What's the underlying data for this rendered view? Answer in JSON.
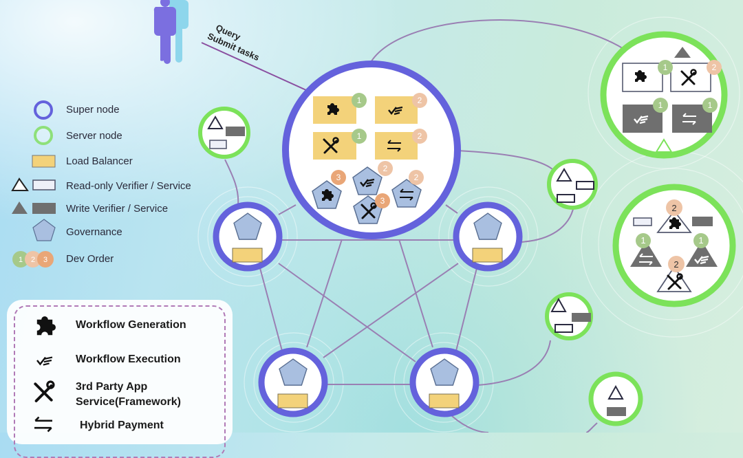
{
  "colors": {
    "super_node": "#6462dc",
    "server_node": "#7ce25a",
    "load_balancer": "#f3d27a",
    "governance": "#a9bfe0",
    "write_service": "#6f6f6f",
    "edge": "#9a7fb3",
    "dev_order_1": "#a6c98a",
    "dev_order_2": "#eec4a6",
    "dev_order_3": "#e9a677"
  },
  "user": {
    "icon": "users-icon",
    "action_line1": "Query",
    "action_line2": "Submit tasks"
  },
  "legend": {
    "items": [
      {
        "icon": "super-node-icon",
        "label": "Super node"
      },
      {
        "icon": "server-node-icon",
        "label": "Server node"
      },
      {
        "icon": "load-balancer-icon",
        "label": "Load Balancer"
      },
      {
        "icon": "read-only-verifier-icon",
        "label": "Read-only Verifier / Service"
      },
      {
        "icon": "write-verifier-icon",
        "label": "Write Verifier / Service"
      },
      {
        "icon": "governance-icon",
        "label": "Governance"
      },
      {
        "icon": "dev-order-icon",
        "label": "Dev Order",
        "badges": [
          "1",
          "2",
          "3"
        ]
      }
    ]
  },
  "functions": {
    "items": [
      {
        "icon": "puzzle-icon",
        "label": "Workflow Generation"
      },
      {
        "icon": "checklist-icon",
        "label": "Workflow Execution"
      },
      {
        "icon": "tools-icon",
        "label_line1": "3rd Party App",
        "label_line2": "Service(Framework)"
      },
      {
        "icon": "exchange-arrows-icon",
        "label": "Hybrid Payment"
      }
    ]
  },
  "central_super_node": {
    "load_balancers": [
      {
        "function": "Workflow Generation",
        "order": "1"
      },
      {
        "function": "Workflow Execution",
        "order": "2"
      },
      {
        "function": "3rd Party App Service",
        "order": "1"
      },
      {
        "function": "Hybrid Payment",
        "order": "2"
      }
    ],
    "governance": [
      {
        "function": "Workflow Generation",
        "order": "3"
      },
      {
        "function": "Workflow Execution",
        "order": "2"
      },
      {
        "function": "Hybrid Payment",
        "order": "2"
      },
      {
        "function": "3rd Party App Service",
        "order": "3"
      }
    ]
  },
  "server_node_top_right": {
    "services": [
      {
        "function": "Workflow Generation",
        "type": "read-only",
        "order": "1"
      },
      {
        "function": "3rd Party App Service",
        "type": "read-only",
        "order": "2"
      },
      {
        "function": "Workflow Execution",
        "type": "write",
        "order": "1"
      },
      {
        "function": "Hybrid Payment",
        "type": "write",
        "order": "1"
      }
    ]
  },
  "server_node_mid_right": {
    "verifiers": [
      {
        "function": "Workflow Generation",
        "type": "read-only",
        "order": "2"
      },
      {
        "function": "Hybrid Payment",
        "type": "write",
        "order": "1"
      },
      {
        "function": "Workflow Execution",
        "type": "write",
        "order": "1"
      },
      {
        "function": "3rd Party App Service",
        "type": "read-only",
        "order": "2"
      }
    ]
  }
}
